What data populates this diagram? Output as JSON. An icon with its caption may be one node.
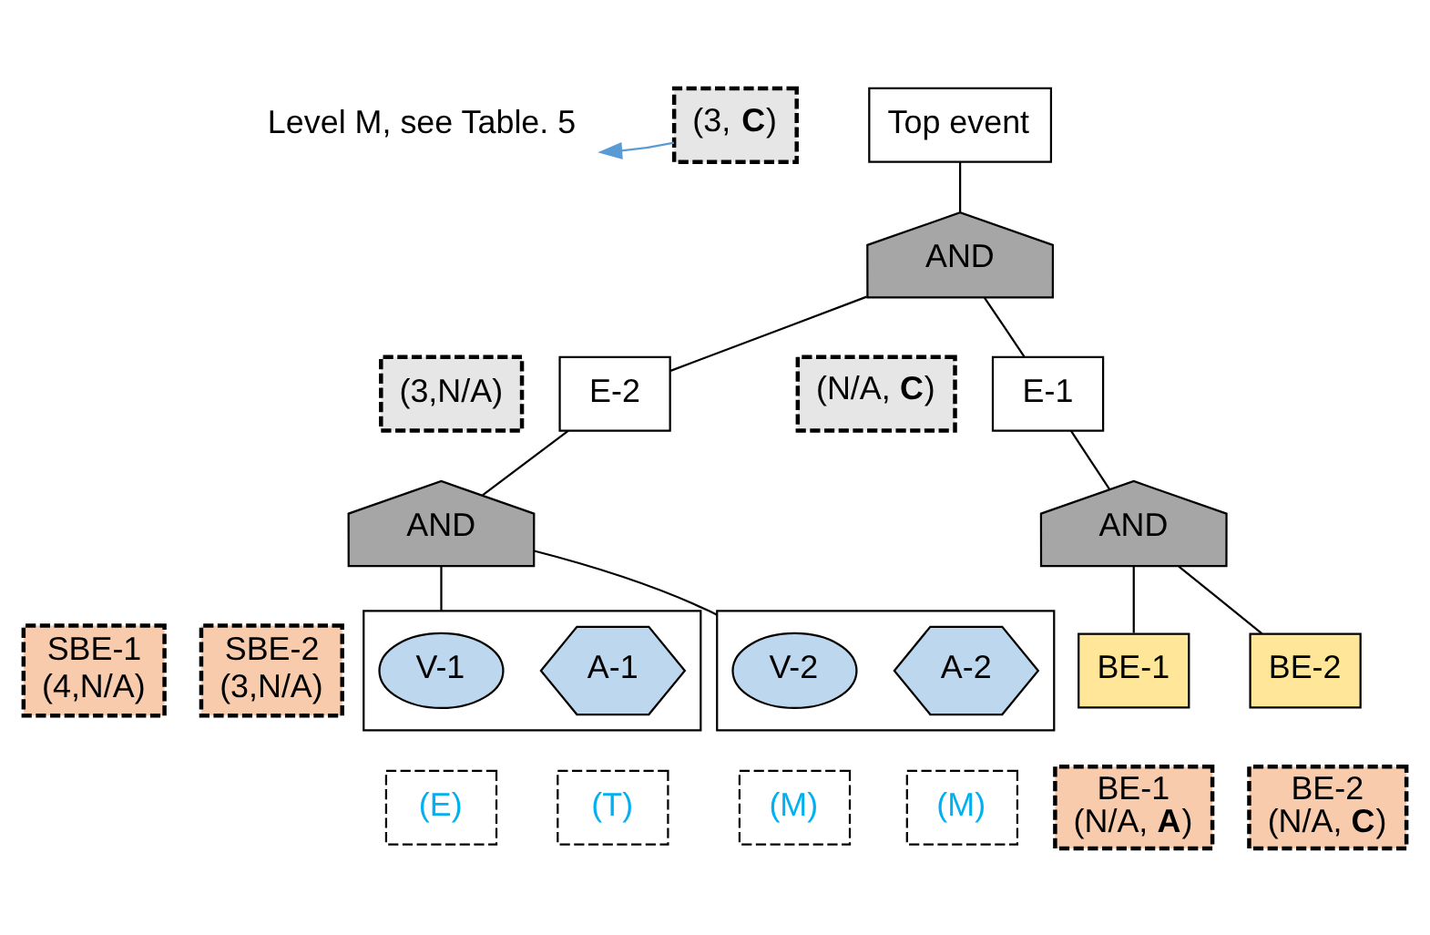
{
  "diagram": {
    "nodes": [
      {
        "text": [
          "Top event"
        ]
      },
      {
        "text": [
          "(3, **C**)"
        ]
      },
      {
        "text": [
          "Level M, see Table. 5"
        ]
      },
      {
        "text": [
          "AND"
        ]
      },
      {
        "text": [
          "E-2"
        ]
      },
      {
        "text": [
          "(3,N/A)"
        ]
      },
      {
        "text": [
          "E-1"
        ]
      },
      {
        "text": [
          "(N/A, **C**)"
        ]
      },
      {
        "text": [
          "AND"
        ]
      },
      {
        "text": [
          "AND"
        ]
      },
      {
        "text": [
          "SBE-1",
          "(4,N/A)"
        ]
      },
      {
        "text": [],
        "shape": "box"
      },
      {
        "text": [
          "V-1"
        ],
        "in": 11
      },
      {
        "text": [
          "A-1"
        ],
        "in": 11
      },
      {
        "text": [],
        "shape": "box"
      },
      {
        "text": [
          "V-2"
        ],
        "in": 14
      },
      {
        "text": [
          "A-2"
        ],
        "in": 14
      },
      {
        "text": [
          "SBE-2",
          "(3,N/A)"
        ]
      },
      {
        "text": [
          "BE-1"
        ]
      },
      {
        "text": [
          "BE-2"
        ]
      },
      {
        "text": [
          "(E)"
        ]
      },
      {
        "text": [
          "(T)"
        ]
      },
      {
        "text": [
          "(M)"
        ]
      },
      {
        "text": [
          "(M)"
        ]
      },
      {
        "text": [
          "BE-1",
          "(N/A, **A**)"
        ]
      },
      {
        "text": [
          "BE-2",
          "(N/A, **C**)"
        ]
      }
    ],
    "edges": [
      {
        "from": 1,
        "to": 2,
        "arrow": "to",
        "color": "#5b9bd5"
      },
      {
        "from": 0,
        "to": 3,
        "arrow": "none"
      },
      {
        "from": 3,
        "to": 4,
        "arrow": "none"
      },
      {
        "from": 3,
        "to": 6,
        "arrow": "none"
      },
      {
        "from": 4,
        "to": 8,
        "arrow": "none"
      },
      {
        "from": 6,
        "to": 9,
        "arrow": "none"
      },
      {
        "from": 8,
        "to": 11,
        "arrow": "none"
      },
      {
        "from": 8,
        "to": 14,
        "arrow": "none"
      },
      {
        "from": 9,
        "to": 18,
        "arrow": "none"
      },
      {
        "from": 9,
        "to": 19,
        "arrow": "none"
      }
    ]
  }
}
